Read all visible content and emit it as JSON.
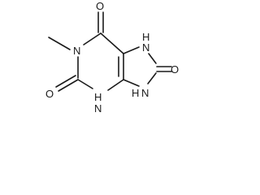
{
  "molecule": {
    "bond_color": "#1a1a1a",
    "atoms": {
      "o_top": "O",
      "n_methyl": "N",
      "o_left": "O",
      "nh_bottom": "H",
      "n_bottom": "N",
      "nh_right_bottom_h": "H",
      "nh_right_bottom_n": "N",
      "o_right": "O",
      "nh_top_h": "H",
      "nh_top_n": "N"
    }
  }
}
